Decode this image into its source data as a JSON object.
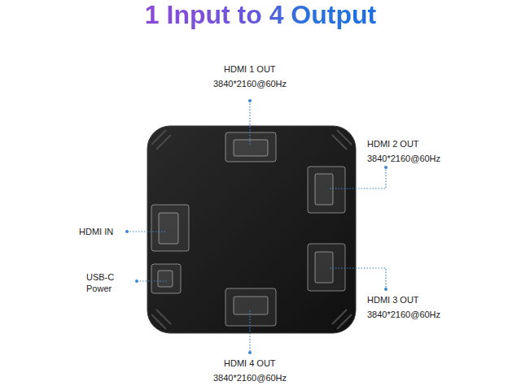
{
  "diagram": {
    "title": "1 Input to 4 Output",
    "labels": [
      "HDMI 1 OUT",
      "3840*2160@60Hz",
      "HDMI 2 OUT",
      "3840*2160@60Hz",
      "HDMI IN",
      "USB-C Power",
      "HDMI 3 OUT",
      "3840*2160@60Hz",
      "HDMI 4 OUT",
      "3840*2160@60Hz"
    ]
  }
}
